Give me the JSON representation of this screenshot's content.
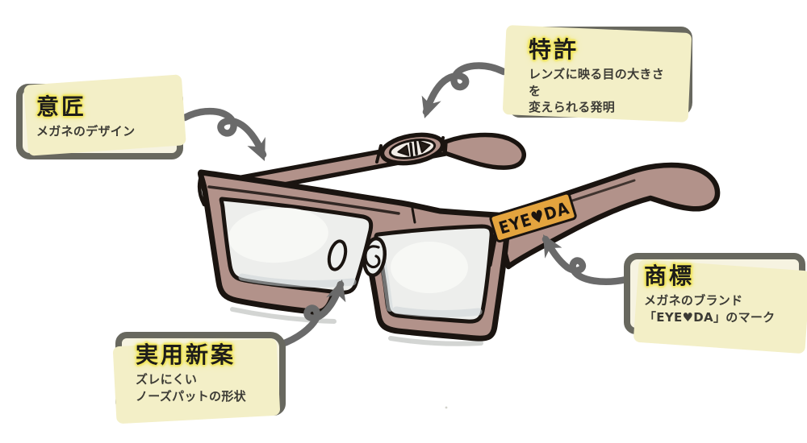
{
  "canvas": {
    "background": "#ffffff"
  },
  "style": {
    "box_fill": "#f6f3e1",
    "box_border": "#68685f",
    "box_backing_sheet": "#f3efc7",
    "title_color": "#1d1c1a",
    "title_glow": "#f2e75e",
    "body_color": "#3c3b35",
    "arrow_color": "#6a6a6a"
  },
  "callouts": [
    {
      "id": "design",
      "title": "意匠",
      "lines": [
        "メガネのデザイン",
        ""
      ]
    },
    {
      "id": "patent",
      "title": "特許",
      "lines": [
        "レンズに映る目の大きさを",
        "変えられる発明"
      ]
    },
    {
      "id": "utility-model",
      "title": "実用新案",
      "lines": [
        "ズレにくい",
        "ノーズパットの形状"
      ]
    },
    {
      "id": "trademark",
      "title": "商標",
      "lines": [
        "メガネのブランド",
        "「EYE♥DA」のマーク"
      ]
    }
  ],
  "glasses": {
    "brand_text": "EYE♥DA",
    "frame_color": "#b2928a",
    "lens_color": "#edeeec",
    "brand_patch_color": "#e4a43e",
    "outline_color": "#1a1410",
    "hinge_logo": "eye-symbol"
  }
}
